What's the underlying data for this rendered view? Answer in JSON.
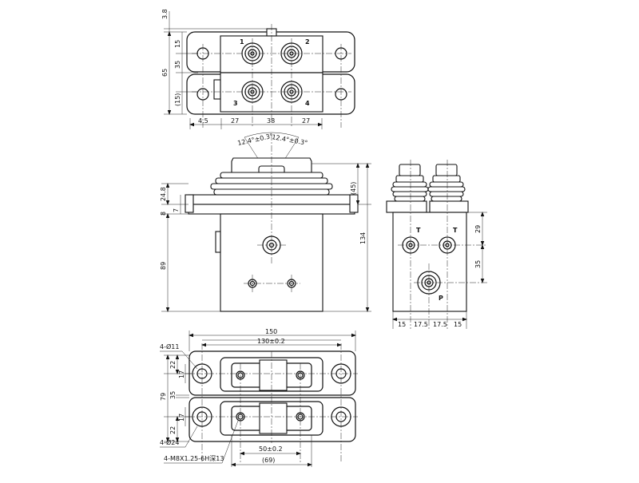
{
  "top_view": {
    "dims_left": [
      "3.8",
      "15",
      "65",
      "35",
      "(15)"
    ],
    "dims_bottom": [
      "4.5",
      "27",
      "38",
      "27"
    ],
    "port_labels": [
      "1",
      "2",
      "3",
      "4"
    ]
  },
  "front_view": {
    "angle_left": "12.4°±0.3°",
    "angle_right": "12.4°±0.3°",
    "dims_left": [
      "24.8",
      "8",
      "7",
      "89"
    ],
    "dims_right": [
      "(45)",
      "134"
    ]
  },
  "side_view": {
    "port_labels": [
      "T",
      "T",
      "P"
    ],
    "dims_right": [
      "29",
      "35"
    ],
    "dims_bottom": [
      "15",
      "17.5",
      "17.5",
      "15"
    ]
  },
  "bottom_view": {
    "dim_overall": "150",
    "dim_holes": "130±0.2",
    "dims_left": [
      "22",
      "17",
      "79",
      "35",
      "22",
      "17"
    ],
    "hole_spec_1": "4-Ø11",
    "hole_spec_2": "4-Ø24",
    "thread_spec": "4-M8X1.25-6H深13",
    "dim_50": "50±0.2",
    "dim_69": "(69)"
  }
}
